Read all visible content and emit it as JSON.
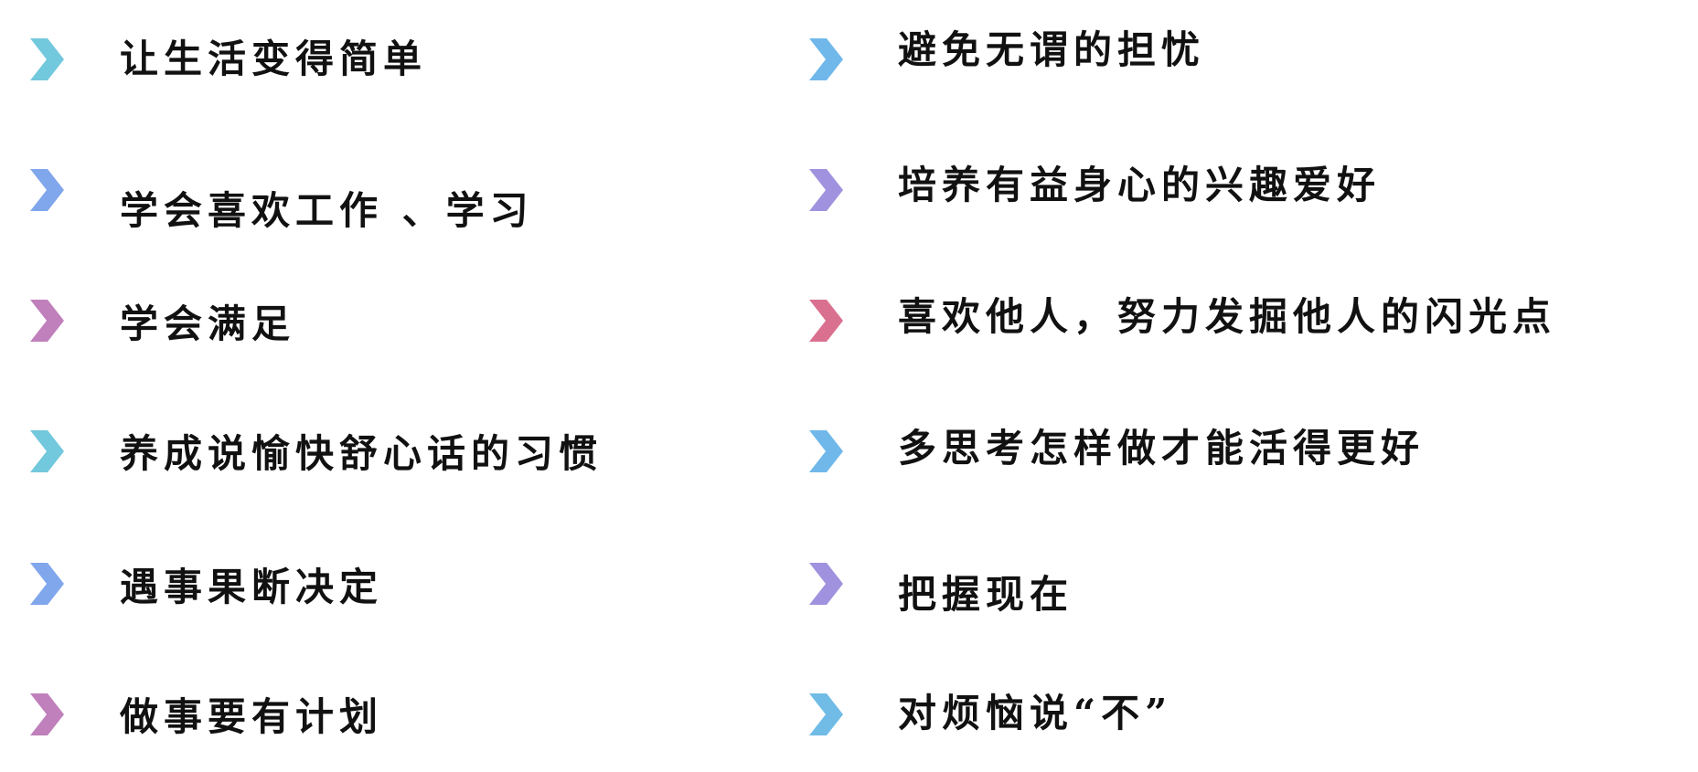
{
  "left_items": [
    {
      "text": "让生活变得简单",
      "color": "#72C8DC"
    },
    {
      "text": "学会喜欢工作 、学习",
      "color": "#80A6EC"
    },
    {
      "text": "学会满足",
      "color": "#C080BC"
    },
    {
      "text": "养成说愉快舒心话的习惯",
      "color": "#72C8DC"
    },
    {
      "text": "遇事果断决定",
      "color": "#80A6EC"
    },
    {
      "text": "做事要有计划",
      "color": "#C080BC"
    }
  ],
  "right_items": [
    {
      "text": "避免无谓的担忧",
      "color": "#70B8EA"
    },
    {
      "text": "培养有益身心的兴趣爱好",
      "color": "#A092DE"
    },
    {
      "text": "喜欢他人，努力发掘他人的闪光点",
      "color": "#DA7090"
    },
    {
      "text": "多思考怎样做才能活得更好",
      "color": "#70B8EA"
    },
    {
      "text": "把握现在",
      "color": "#A092DE"
    },
    {
      "text": "对烦恼说“不”",
      "color": "#70BCE6"
    }
  ]
}
